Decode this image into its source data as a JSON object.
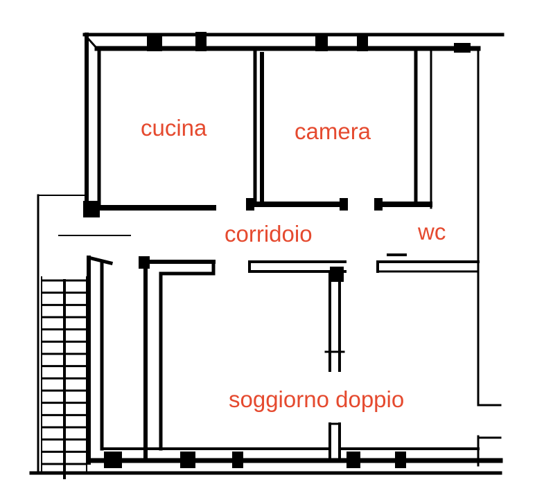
{
  "colors": {
    "label": "#e54a2f",
    "walls": "#000000",
    "background": "#ffffff"
  },
  "rooms": {
    "cucina": "cucina",
    "camera": "camera",
    "corridoio": "corridoio",
    "wc": "wc",
    "soggiorno": "soggiorno doppio"
  },
  "stairs": {
    "steps": 16
  }
}
